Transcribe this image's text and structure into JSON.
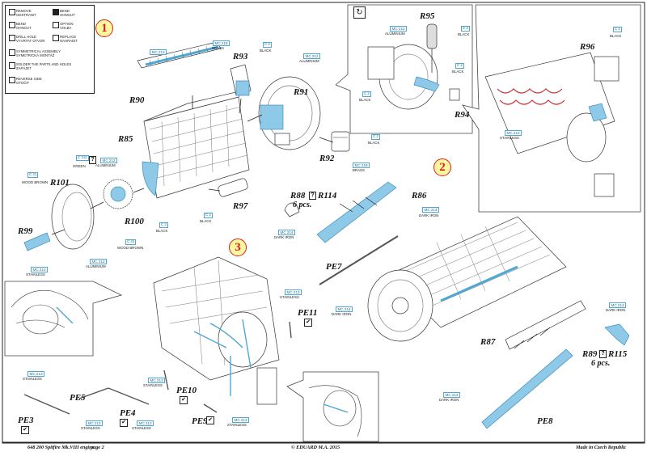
{
  "legend": {
    "items": [
      {
        "icon": "remove-icon",
        "label": "REMOVE\nODSTRANIT"
      },
      {
        "icon": "bend-icon",
        "label": "BEND\nOHNOUT"
      },
      {
        "icon": "bend-option-icon",
        "label": "BEND\nOHNOUT"
      },
      {
        "icon": "option-icon",
        "label": "OPTION\nVOLBA"
      },
      {
        "icon": "drill-icon",
        "label": "DRILL HOLE\nVYVRTAT OTVOR"
      },
      {
        "icon": "replace-icon",
        "label": "REPLACE\nNAHRADIT"
      },
      {
        "icon": "symmetry-icon",
        "label": "SYMMETRICAL ASSEMBLY\nSYMETRICKÁ MONTÁŽ"
      },
      {
        "icon": "solder-icon",
        "label": "SOLDER THE PARTS AND HOLES\nZAPÁJET"
      },
      {
        "icon": "reverse-icon",
        "label": "REVERSE SIDE\nOTOČIT"
      }
    ]
  },
  "steps": [
    "1",
    "2",
    "3"
  ],
  "parts": {
    "r90": "R90",
    "r93": "R93",
    "r91": "R91",
    "r85": "R85",
    "r92": "R92",
    "r97": "R97",
    "r101": "R101",
    "r100": "R100",
    "r99": "R99",
    "r95": "R95",
    "r94": "R94",
    "r96": "R96",
    "r88": "R88",
    "r114": "R114",
    "r86": "R86",
    "r87": "R87",
    "r89": "R89",
    "r115": "R115",
    "pe7": "PE7",
    "pe8": "PE8",
    "pe11": "PE11",
    "pe10": "PE10",
    "pe9": "PE9",
    "pe5": "PE5",
    "pe4": "PE4",
    "pe3": "PE3"
  },
  "pcs_label": "6 pcs.",
  "option_mark": "?",
  "check_mark": "✔",
  "colors": {
    "mc218": {
      "code": "MC 218",
      "name": "BRASS"
    },
    "mc212": {
      "code": "MC 212",
      "name": "ALUMINIUM"
    },
    "mc214": {
      "code": "MC 214",
      "name": "DARK IRON"
    },
    "mc213": {
      "code": "MC 213",
      "name": "STAINLESS"
    },
    "c2": {
      "code": "C 2",
      "name": "BLACK"
    },
    "c312": {
      "code": "C 312",
      "name": "GREEN"
    },
    "c41": {
      "code": "C 41",
      "name": "WOOD BROWN"
    }
  },
  "footer": {
    "left": "648 200  Spitfire Mk.VIII engine",
    "page": "page 2",
    "center": "© EDUARD  M.A. 2015",
    "right": "Made in Czech Republic"
  },
  "accent_blue": "#4fa7d4",
  "step_red": "#d62020"
}
